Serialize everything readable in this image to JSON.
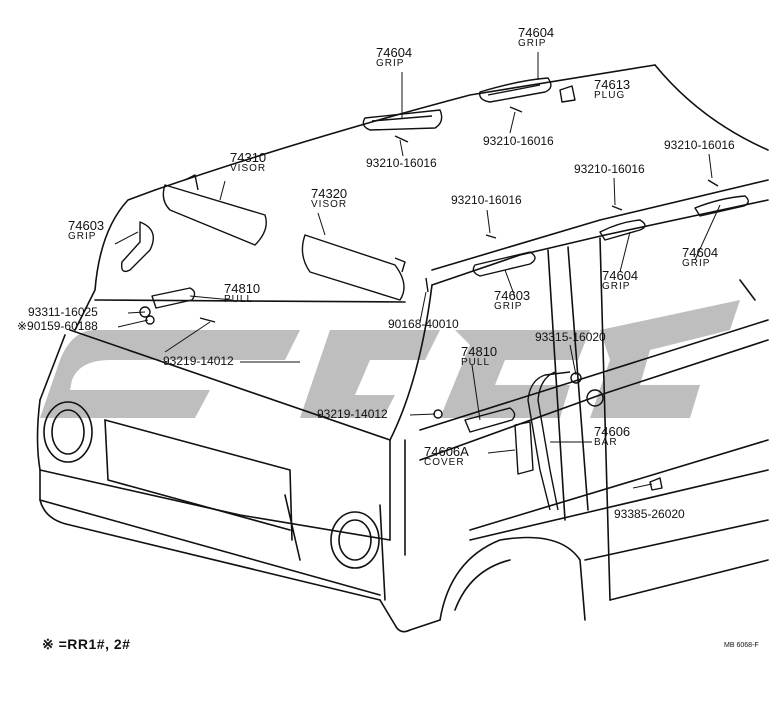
{
  "labels": {
    "p74604_a": {
      "number": "74604",
      "name": "GRIP"
    },
    "p74604_b": {
      "number": "74604",
      "name": "GRIP"
    },
    "p74613": {
      "number": "74613",
      "name": "PLUG"
    },
    "p74310": {
      "number": "74310",
      "name": "VISOR"
    },
    "p74320": {
      "number": "74320",
      "name": "VISOR"
    },
    "p74603_a": {
      "number": "74603",
      "name": "GRIP"
    },
    "p74810_a": {
      "number": "74810",
      "name": "PULL"
    },
    "p74603_b": {
      "number": "74603",
      "name": "GRIP"
    },
    "p74604_c": {
      "number": "74604",
      "name": "GRIP"
    },
    "p74604_d": {
      "number": "74604",
      "name": "GRIP"
    },
    "p74810_b": {
      "number": "74810",
      "name": "PULL"
    },
    "p74606": {
      "number": "74606",
      "name": "BAR"
    },
    "p74606A": {
      "number": "74606A",
      "name": "COVER"
    }
  },
  "part_numbers": {
    "pn_93210_a": "93210-16016",
    "pn_93210_b": "93210-16016",
    "pn_93210_c": "93210-16016",
    "pn_93210_d": "93210-16016",
    "pn_93210_e": "93210-16016",
    "pn_93311": "93311-16025",
    "pn_90159": "※90159-60188",
    "pn_93219_a": "93219-14012",
    "pn_93219_b": "93219-14012",
    "pn_90168": "90168-40010",
    "pn_93315": "93315-16020",
    "pn_93385": "93385-26020"
  },
  "footnote": "※ =RR1#, 2#",
  "drawing_code": "MB 6068-F",
  "watermark_color": "#b3b3b3"
}
